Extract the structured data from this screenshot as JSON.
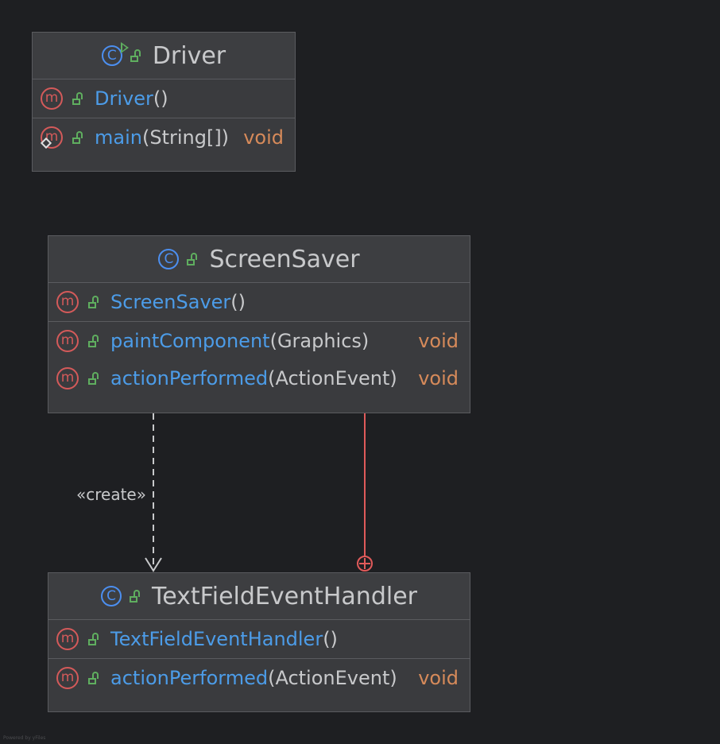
{
  "classes": {
    "driver": {
      "name": "Driver",
      "members": [
        {
          "name": "Driver",
          "params": "()",
          "ret": ""
        },
        {
          "name": "main",
          "params": "(String[])",
          "ret": "void"
        }
      ]
    },
    "screensaver": {
      "name": "ScreenSaver",
      "members": [
        {
          "name": "ScreenSaver",
          "params": "()",
          "ret": ""
        },
        {
          "name": "paintComponent",
          "params": "(Graphics)",
          "ret": "void"
        },
        {
          "name": "actionPerformed",
          "params": "(ActionEvent)",
          "ret": "void"
        }
      ]
    },
    "handler": {
      "name": "TextFieldEventHandler",
      "members": [
        {
          "name": "TextFieldEventHandler",
          "params": "()",
          "ret": ""
        },
        {
          "name": "actionPerformed",
          "params": "(ActionEvent)",
          "ret": "void"
        }
      ]
    }
  },
  "relations": {
    "create_label": "«create»"
  },
  "icons": {
    "class_letter": "C",
    "method_letter": "m"
  },
  "colors": {
    "background": "#1e1f22",
    "class_icon": "#4c8ff0",
    "method_icon": "#d45a5a",
    "visibility": "#5fae5f",
    "member_name": "#4c9ce8",
    "return_type": "#d68a5a",
    "inner_class_edge": "#e05a5a"
  },
  "footer": {
    "watermark": "Powered by yFiles"
  }
}
